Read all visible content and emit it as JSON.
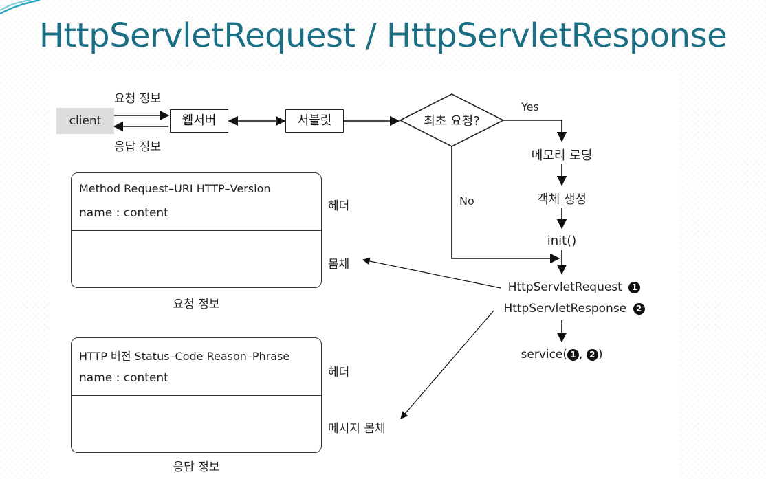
{
  "title": "HttpServletRequest / HttpServletResponse",
  "top_flow": {
    "client": "client",
    "request_info": "요청 정보",
    "response_info": "응답 정보",
    "web_server": "웹서버",
    "servlet": "서블릿",
    "decision": "최초 요청?",
    "yes": "Yes",
    "no": "No"
  },
  "lifecycle": {
    "memory_loading": "메모리 로딩",
    "object_creation": "객체 생성",
    "init": "init()",
    "request_obj": "HttpServletRequest",
    "response_obj": "HttpServletResponse",
    "badge1": "1",
    "badge2": "2",
    "service_prefix": "service(",
    "service_sep": ", ",
    "service_suffix": ")"
  },
  "request_box": {
    "line1": "Method Request–URI HTTP–Version",
    "line2": "name : content",
    "header_label": "헤더",
    "body_label": "몸체",
    "caption": "요청 정보"
  },
  "response_box": {
    "line1": "HTTP 버전 Status–Code Reason–Phrase",
    "line2": "name : content",
    "header_label": "헤더",
    "body_label": "메시지 몸체",
    "caption": "응답 정보"
  }
}
